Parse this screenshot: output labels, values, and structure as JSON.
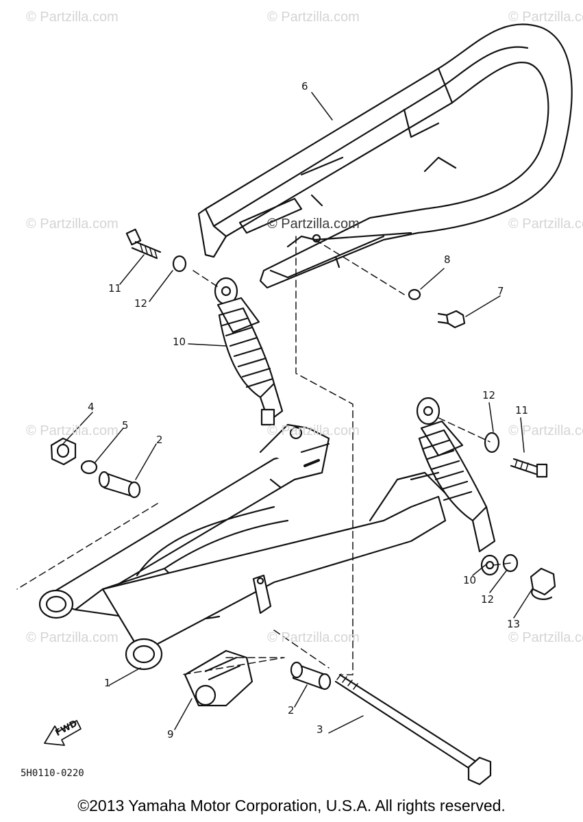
{
  "watermark": {
    "text": "© Partzilla.com",
    "center_text": "© Partzilla.com"
  },
  "callouts": {
    "c1": "1",
    "c2a": "2",
    "c2b": "2",
    "c3": "3",
    "c4": "4",
    "c5": "5",
    "c6": "6",
    "c7": "7",
    "c8": "8",
    "c9": "9",
    "c10a": "10",
    "c10b": "10",
    "c11a": "11",
    "c11b": "11",
    "c12a": "12",
    "c12b": "12",
    "c12c": "12",
    "c13": "13"
  },
  "fwd_label": "FWD",
  "diagram_code": "5H0110-0220",
  "copyright": "©2013 Yamaha Motor Corporation, U.S.A. All rights reserved."
}
